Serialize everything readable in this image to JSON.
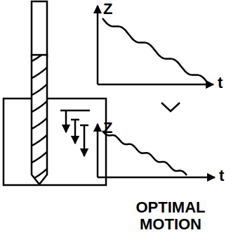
{
  "diagram": {
    "labels": [
      "Z",
      "t",
      "Z",
      "t",
      "OPTIMAL MOTION"
    ]
  }
}
